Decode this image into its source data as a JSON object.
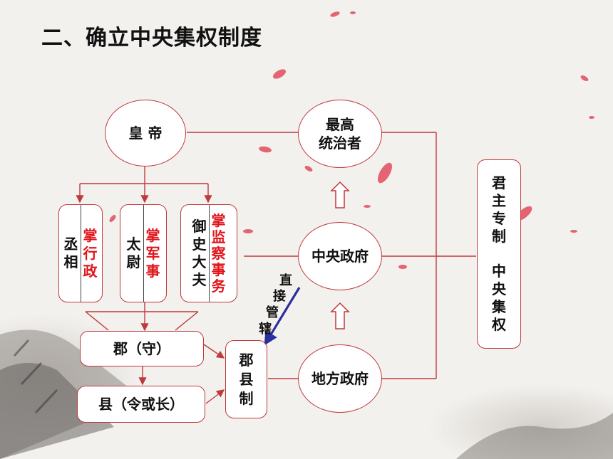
{
  "title": "二、确立中央集权制度",
  "nodes": {
    "emperor": "皇 帝",
    "supreme_ruler": [
      "最高",
      "统治者"
    ],
    "central_gov": "中央政府",
    "local_gov": "地方政府",
    "commandery": "郡（守）",
    "county": "县（令或长）",
    "jun_xian": [
      "郡",
      "县",
      "制"
    ],
    "autocracy_line1": [
      "君",
      "主",
      "专",
      "制"
    ],
    "autocracy_line2": [
      "中",
      "央",
      "集",
      "权"
    ],
    "direct_control": [
      "直",
      "接",
      "管",
      "辖"
    ]
  },
  "officials": [
    {
      "name": [
        "丞",
        "相"
      ],
      "duty": [
        "掌",
        "行",
        "政"
      ]
    },
    {
      "name": [
        "太",
        "尉"
      ],
      "duty": [
        "掌",
        "军",
        "事"
      ]
    },
    {
      "name": [
        "御",
        "史",
        "大",
        "夫"
      ],
      "duty": [
        "掌",
        "监",
        "察",
        "事",
        "务"
      ]
    }
  ],
  "colors": {
    "border": "#c0393b",
    "duty_text": "#e0141b",
    "arrow_blue": "#2b2f9e"
  }
}
